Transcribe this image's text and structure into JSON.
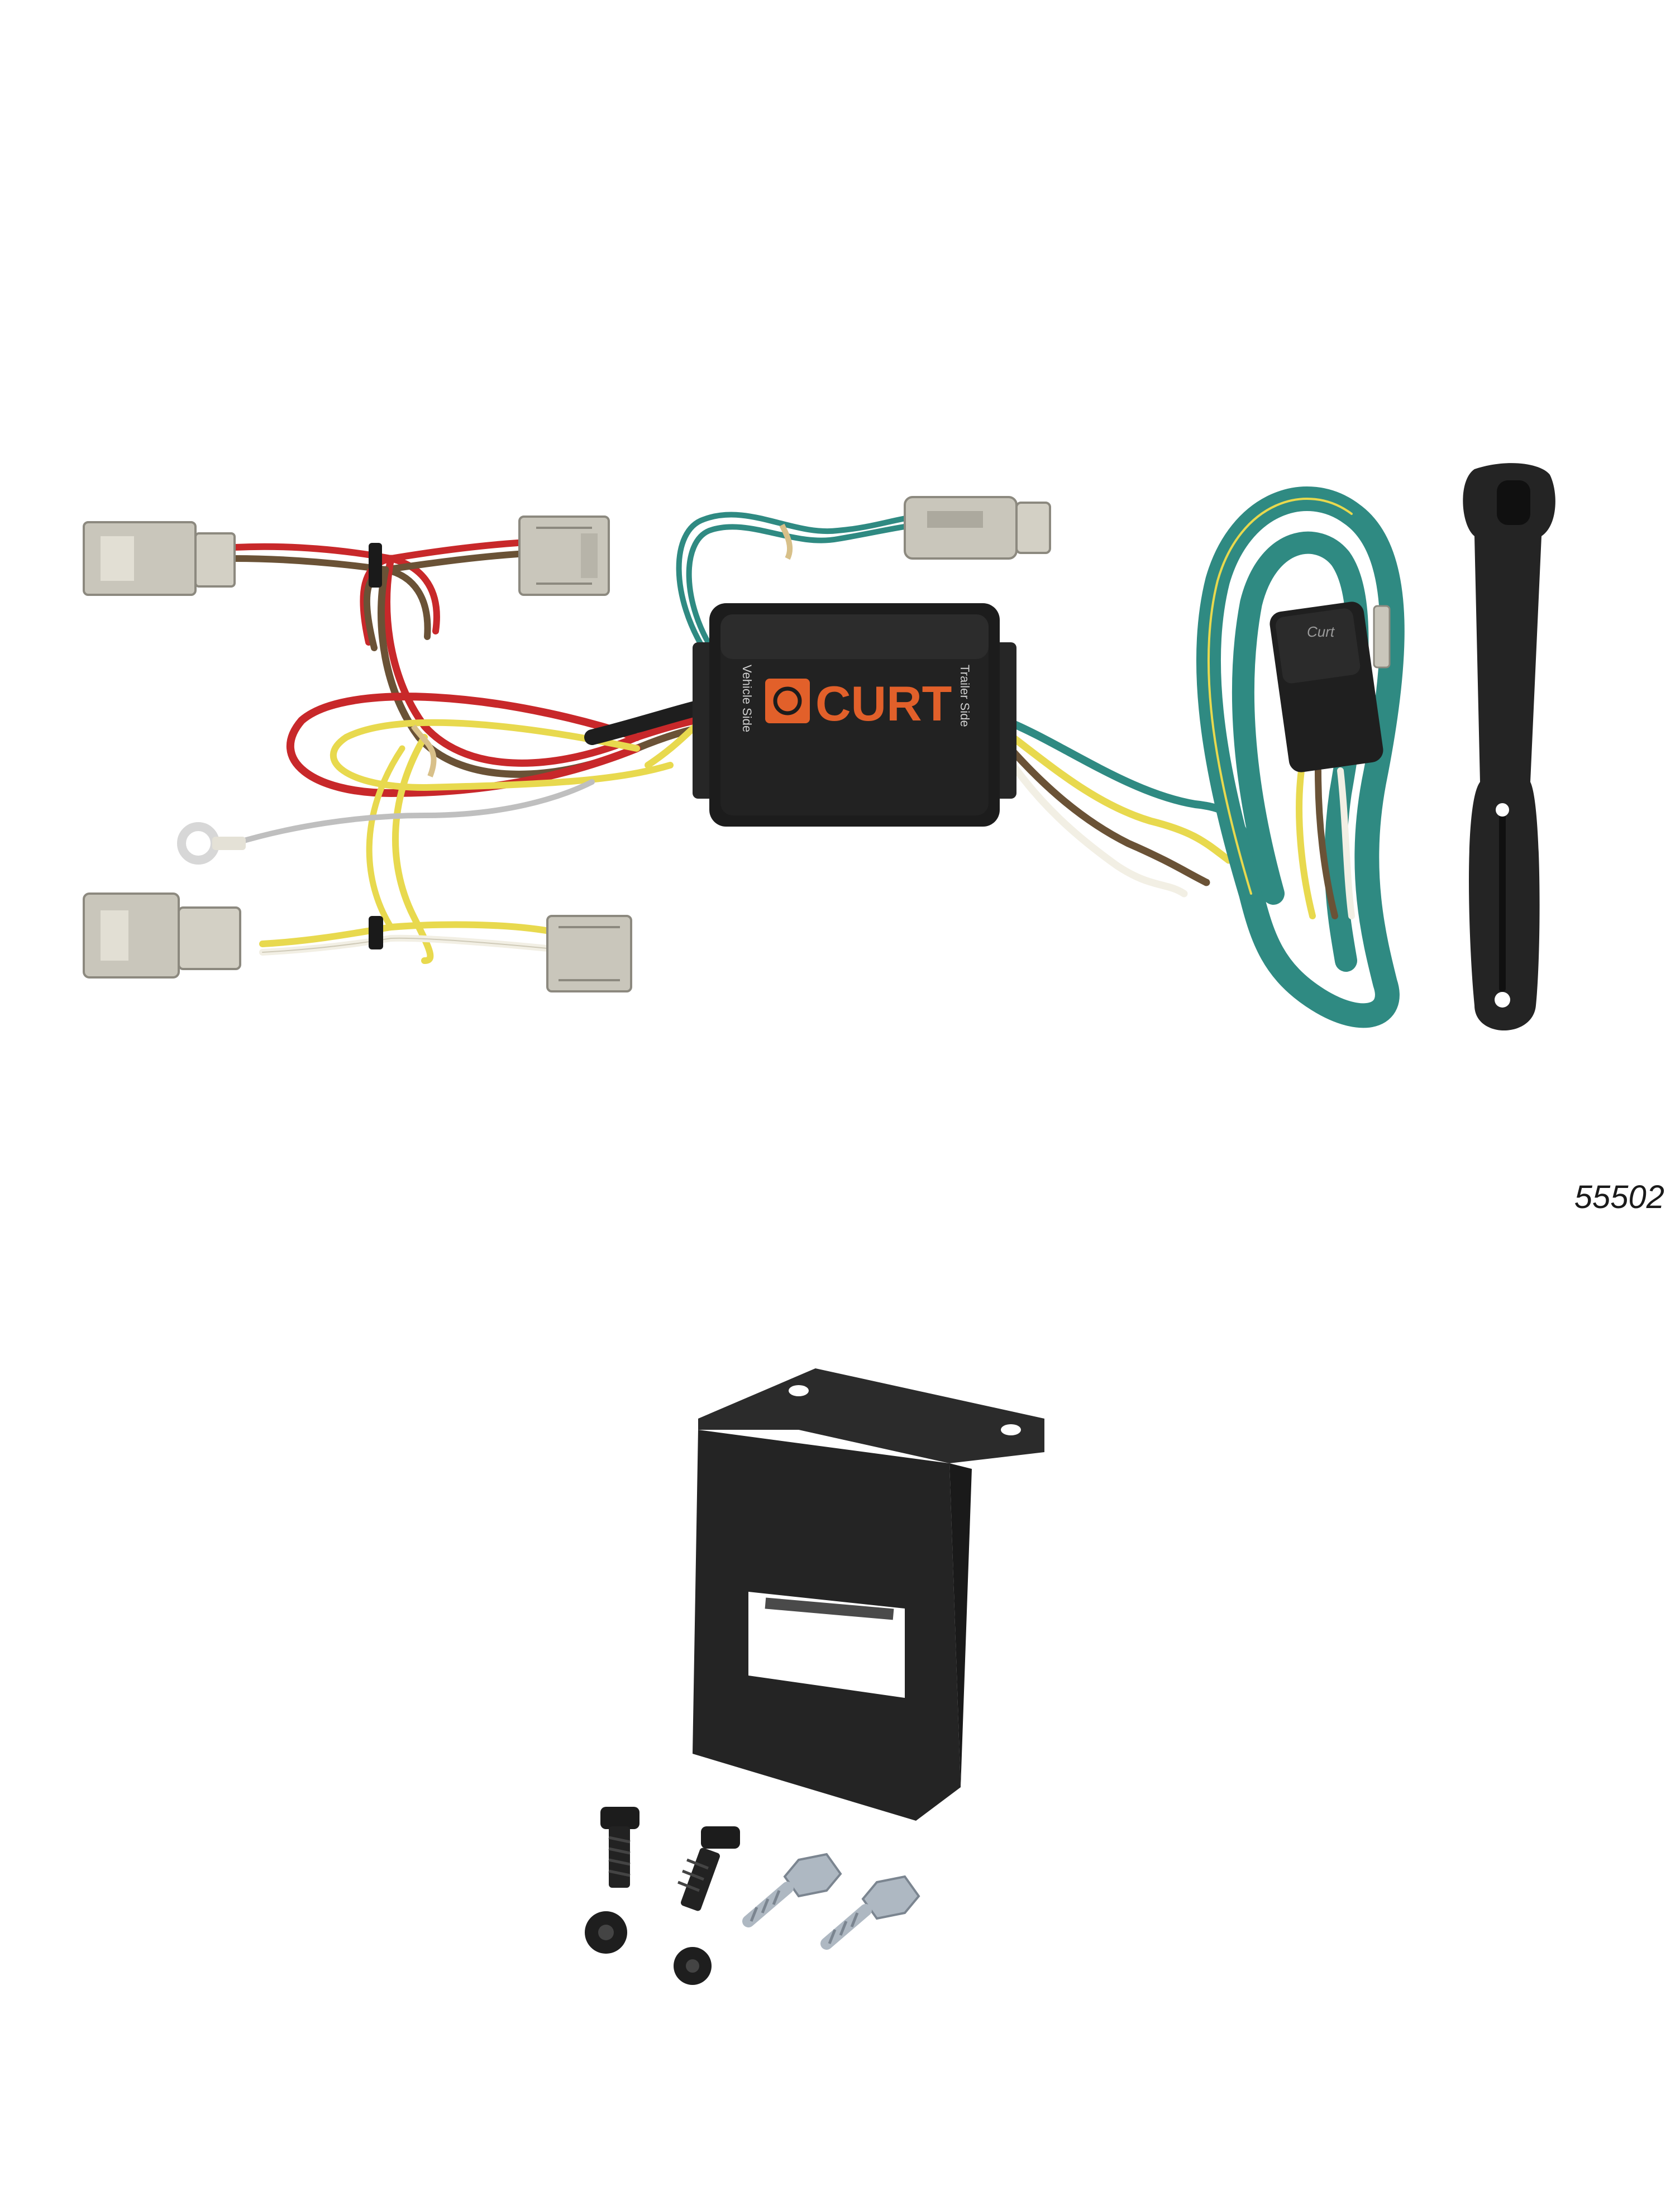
{
  "product": {
    "part_number": "55502",
    "module_brand": "CURT",
    "module_left_label": "Vehicle Side",
    "module_right_label": "Trailer Side",
    "connector_brand": "Curt"
  },
  "colors": {
    "wire_red": "#c8282a",
    "wire_brown": "#6a5236",
    "wire_yellow": "#e8d94e",
    "wire_white": "#f2efe4",
    "wire_green": "#2f8a82",
    "connector_gray": "#c9c6bb",
    "module_black": "#1c1c1c",
    "brand_orange": "#e2602a",
    "bracket_black": "#242424",
    "hardware_zinc": "#aeb8c2"
  }
}
